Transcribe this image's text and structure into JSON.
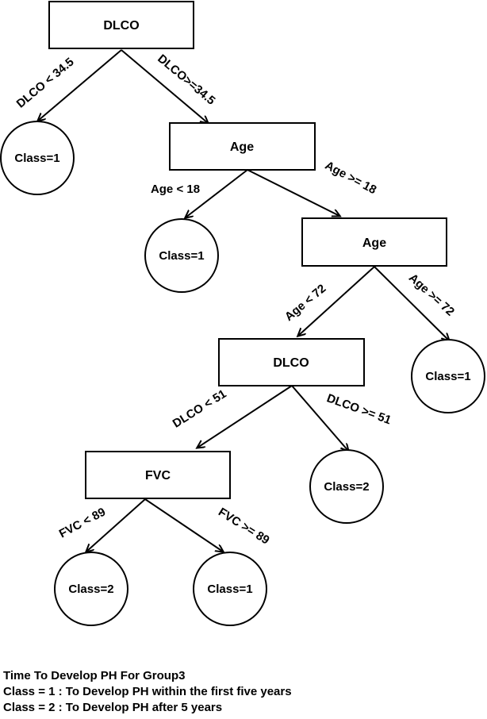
{
  "nodes": {
    "n_root": "DLCO",
    "n_age1": "Age",
    "n_age2": "Age",
    "n_dlco2": "DLCO",
    "n_fvc": "FVC",
    "l1": "Class=1",
    "l2": "Class=1",
    "l3": "Class=1",
    "l4": "Class=2",
    "l5": "Class=2",
    "l6": "Class=1"
  },
  "edges": {
    "e1": "DLCO < 34.5",
    "e2": "DLCO>=34.5",
    "e3": "Age < 18",
    "e4": "Age >= 18",
    "e5": "Age < 72",
    "e6": "Age >= 72",
    "e7": "DLCO < 51",
    "e8": "DLCO >= 51",
    "e9": "FVC < 89",
    "e10": "FVC >= 89"
  },
  "legend": {
    "title": "Time To Develop PH For Group3",
    "line1": "Class = 1 : To Develop PH within the first five years",
    "line2": "Class = 2 : To Develop PH after 5 years"
  }
}
